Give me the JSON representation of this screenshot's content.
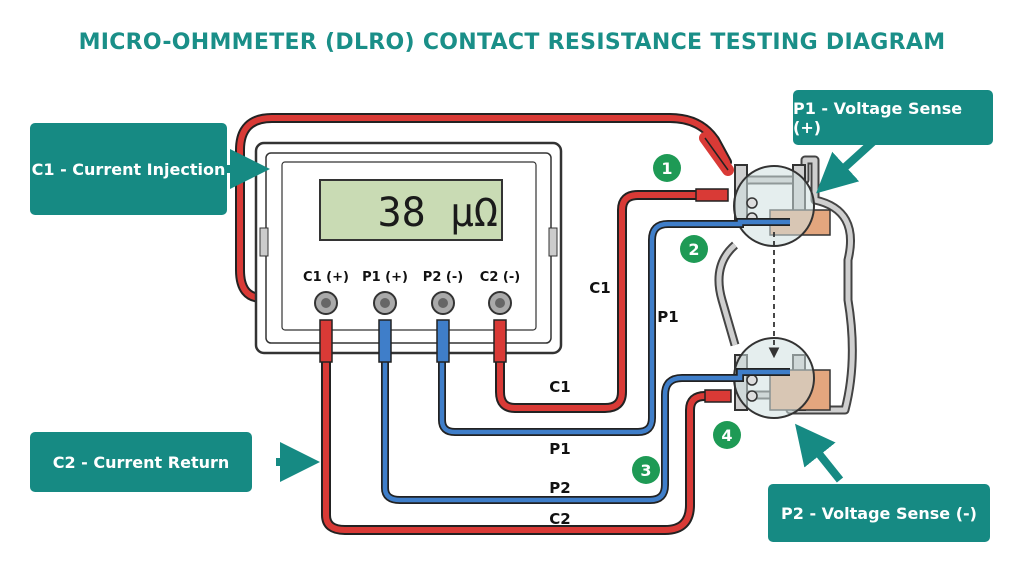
{
  "title": "MICRO-OHMMETER (DLRO) CONTACT RESISTANCE TESTING DIAGRAM",
  "callouts": {
    "c1": "C1 - Current Injection",
    "c2": "C2 - Current Return",
    "p1": "P1 - Voltage Sense (+)",
    "p2": "P2 - Voltage Sense (-)"
  },
  "display": "38 μΩ",
  "terminals": [
    "C1 (+)",
    "P1 (+)",
    "P2 (-)",
    "C2 (-)"
  ],
  "lead_labels": {
    "c1_vertical": "C1",
    "p1_vertical": "P1",
    "c1_bottom": "C1",
    "p1_bottom": "P1",
    "p2_bottom": "P2",
    "c2_bottom": "C2"
  },
  "markers": [
    "1",
    "2",
    "3",
    "4"
  ],
  "colors": {
    "accent": "#168a83",
    "current_lead": "#d93a36",
    "voltage_lead": "#3f7ec9",
    "lcd": "#c9dbb4"
  }
}
